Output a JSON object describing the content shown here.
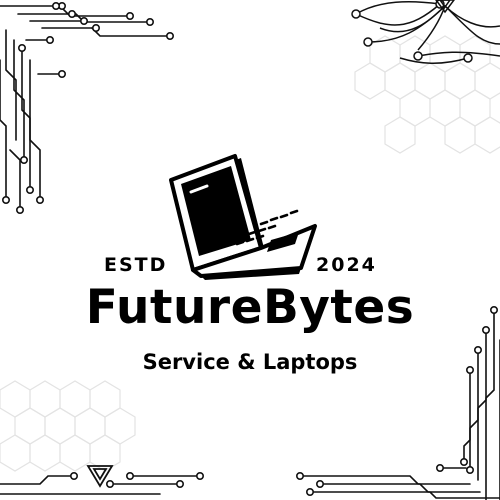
{
  "logo": {
    "established_label": "ESTD",
    "established_year": "2024",
    "brand_name": "FutureBytes",
    "tagline": "Service & Laptops"
  },
  "icons": [
    "laptop-icon",
    "circuit-decoration",
    "hexagon-pattern"
  ],
  "colors": {
    "ink": "#000000",
    "background": "#ffffff",
    "hex_line": "#e3e3e3"
  }
}
